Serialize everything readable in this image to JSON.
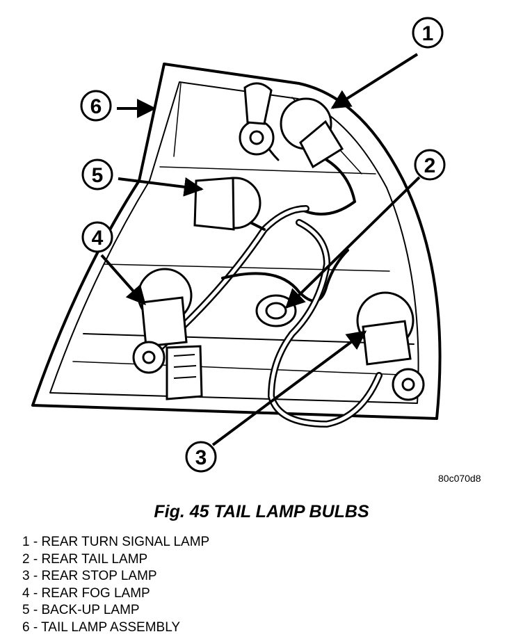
{
  "callouts": [
    "1",
    "2",
    "3",
    "4",
    "5",
    "6"
  ],
  "drawing_code": "80c070d8",
  "caption": "Fig. 45 TAIL LAMP BULBS",
  "legend": [
    "1 - REAR TURN SIGNAL LAMP",
    "2 - REAR TAIL LAMP",
    "3 - REAR STOP LAMP",
    "4 - REAR FOG LAMP",
    "5 - BACK-UP LAMP",
    "6 - TAIL LAMP ASSEMBLY"
  ]
}
